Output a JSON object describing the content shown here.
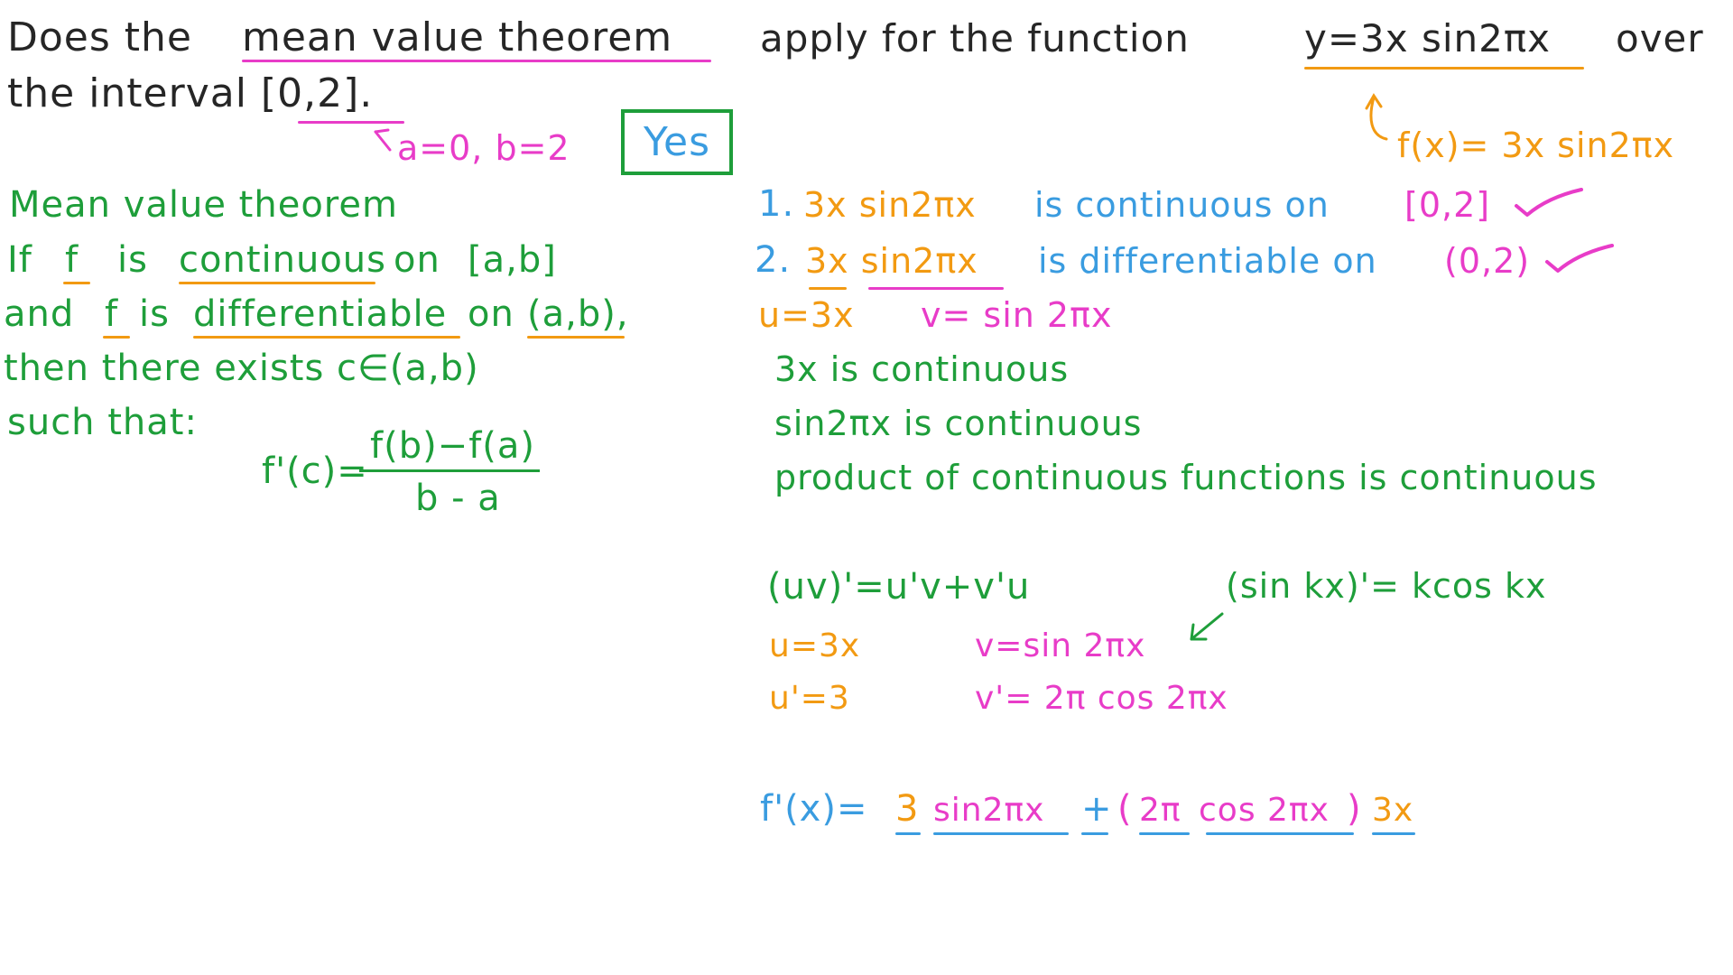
{
  "question": {
    "line1_a": "Does the",
    "line1_b": "mean value theorem",
    "line1_c": "apply for the function",
    "line1_d": "y=3x sin2πx",
    "line1_e": "over",
    "line2": "the interval [0,2].",
    "endpoints": "a=0, b=2",
    "fx_note": "f(x)= 3x sin2πx"
  },
  "answer": "Yes",
  "theorem": {
    "title": "Mean value theorem",
    "line1_a": "If",
    "line1_f": "f",
    "line1_b": "is",
    "line1_c": "continuous",
    "line1_d": "on",
    "line1_e": "[a,b]",
    "line2_a": "and",
    "line2_f": "f",
    "line2_b": "is",
    "line2_c": "differentiable",
    "line2_d": "on",
    "line2_e": "(a,b),",
    "line3": "then there exists   c∈(a,b)",
    "line4": "such that:",
    "formula_lhs": "f'(c)=",
    "formula_num": "f(b)−f(a)",
    "formula_den": "b - a"
  },
  "check": {
    "step1_num": "1.",
    "step1_fn": "3x sin2πx",
    "step1_text": "is continuous on",
    "step1_interval": "[0,2]",
    "step2_num": "2.",
    "step2_fn": "3x sin2πx",
    "step2_text": "is differentiable on",
    "step2_interval": "(0,2)",
    "u_def": "u=3x",
    "v_def": "v= sin 2πx",
    "u_cont": "3x    is continuous",
    "v_cont": "sin2πx  is continuous",
    "product": "product of continuous functions is continuous"
  },
  "derivative": {
    "product_rule": "(uv)'=u'v+v'u",
    "sin_rule": "(sin kx)'= kcos kx",
    "u": "u=3x",
    "v": "v=sin 2πx",
    "u_prime": "u'=3",
    "v_prime": "v'= 2π cos 2πx",
    "result_lhs": "f'(x)=",
    "result_3": "3",
    "result_sin": "sin2πx",
    "result_plus": "+",
    "result_open": "(",
    "result_2pi": "2π",
    "result_cos": "cos 2πx",
    "result_close": ")",
    "result_3x": "3x"
  }
}
